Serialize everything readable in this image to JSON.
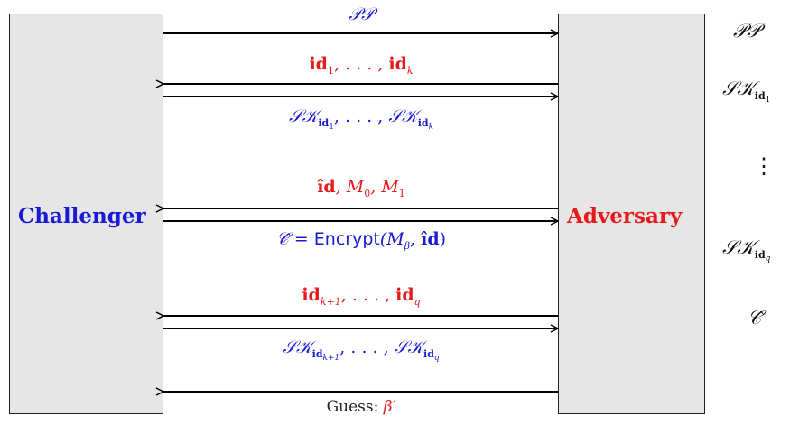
{
  "parties": {
    "challenger": "Challenger",
    "adversary": "Adversary"
  },
  "messages": {
    "pp": "𝒫𝒫",
    "ids_a": "id",
    "ids_a_sub1": "1",
    "ids_a_sep": ", . . . , ",
    "ids_a_subk": "k",
    "sk_a": "𝒮𝒦",
    "sk_a_sep": ", . . . , ",
    "challenge_id": "îd",
    "challenge_m": ", M",
    "challenge_m0": "0",
    "challenge_m1": "1",
    "ciphertext_c": "𝒞̂",
    "ciphertext_eq": " = ",
    "ciphertext_encrypt": "Encrypt",
    "ciphertext_args_open": "(M",
    "ciphertext_beta": "β",
    "ciphertext_args_close": ")",
    "ids_b_subk1": "k+1",
    "ids_b_subq": "q",
    "guess_label": "Guess:",
    "guess_value": "β′"
  },
  "side_column": {
    "pp": "𝒫𝒫",
    "sk": "𝒮𝒦",
    "dots": "⋮",
    "c": "𝒞̂"
  },
  "colors": {
    "challenger": "#1a1ad6",
    "adversary": "#e51b1b",
    "box_fill": "#e6e6e6"
  }
}
